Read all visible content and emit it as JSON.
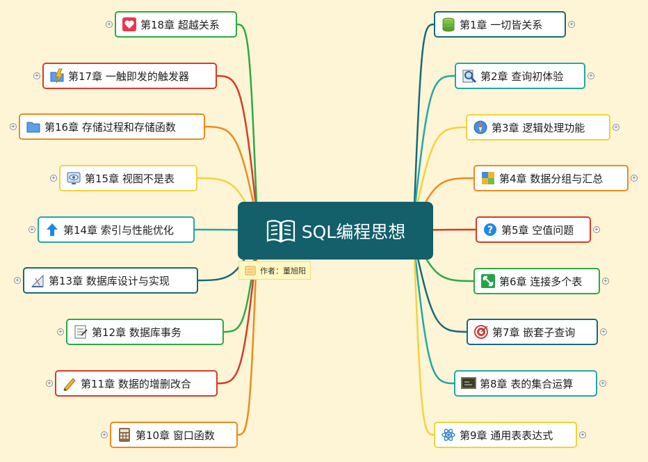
{
  "central": {
    "title": "SQL编程思想",
    "note": "作者：董旭阳",
    "icon": "open-book-icon"
  },
  "chapters": [
    {
      "label": "第1章 一切皆关系",
      "icon": "database-stack-icon",
      "color": "#16697a",
      "side": "right"
    },
    {
      "label": "第2章 查询初体验",
      "icon": "magnifier-icon",
      "color": "#22a7a4",
      "side": "right"
    },
    {
      "label": "第3章 逻辑处理功能",
      "icon": "compass-icon",
      "color": "#f2d33a",
      "side": "right"
    },
    {
      "label": "第4章 数据分组与汇总",
      "icon": "puzzle-icon",
      "color": "#ef8a1b",
      "side": "right"
    },
    {
      "label": "第5章 空值问题",
      "icon": "question-icon",
      "color": "#d83a26",
      "side": "right"
    },
    {
      "label": "第6章 连接多个表",
      "icon": "expand-arrows-icon",
      "color": "#2baa44",
      "side": "right"
    },
    {
      "label": "第7章 嵌套子查询",
      "icon": "target-icon",
      "color": "#16697a",
      "side": "right"
    },
    {
      "label": "第8章 表的集合运算",
      "icon": "chalkboard-icon",
      "color": "#22a7a4",
      "side": "right"
    },
    {
      "label": "第9章 通用表表达式",
      "icon": "atom-icon",
      "color": "#f2d33a",
      "side": "right"
    },
    {
      "label": "第10章 窗口函数",
      "icon": "calculator-icon",
      "color": "#ef8a1b",
      "side": "left"
    },
    {
      "label": "第11章 数据的增删改合",
      "icon": "pencil-icon",
      "color": "#d83a26",
      "side": "left"
    },
    {
      "label": "第12章 数据库事务",
      "icon": "checklist-icon",
      "color": "#2baa44",
      "side": "left"
    },
    {
      "label": "第13章 数据库设计与实现",
      "icon": "drafting-icon",
      "color": "#16697a",
      "side": "left"
    },
    {
      "label": "第14章 索引与性能优化",
      "icon": "arrow-up-icon",
      "color": "#22a7a4",
      "side": "left"
    },
    {
      "label": "第15章 视图不是表",
      "icon": "monitor-eye-icon",
      "color": "#f2d33a",
      "side": "left"
    },
    {
      "label": "第16章 存储过程和存储函数",
      "icon": "folder-icon",
      "color": "#ef8a1b",
      "side": "left"
    },
    {
      "label": "第17章 一触即发的触发器",
      "icon": "lightning-folder-icon",
      "color": "#d83a26",
      "side": "left"
    },
    {
      "label": "第18章 超越关系",
      "icon": "heart-icon",
      "color": "#2baa44",
      "side": "left"
    }
  ],
  "toggle_symbol": "+"
}
